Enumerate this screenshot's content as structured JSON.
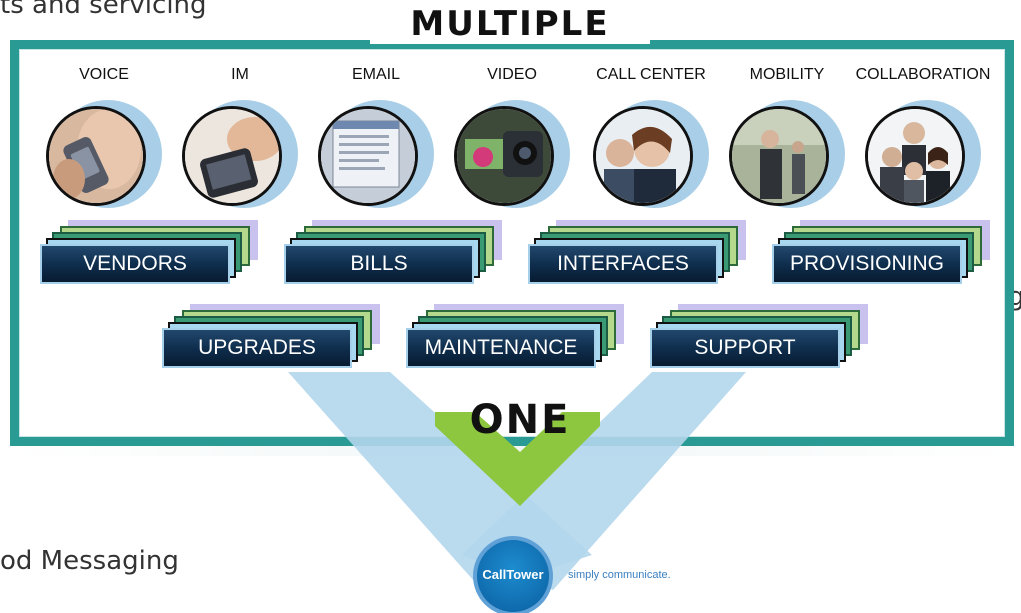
{
  "background_text": {
    "top": "ts and servicing",
    "middle": "g",
    "bottom": "od Messaging"
  },
  "diagram": {
    "title": "MULTIPLE",
    "bottom_label": "ONE",
    "frame_color": "#2a9a95",
    "funnel_color": "#b3d6ec",
    "arrow_color": "#8dc63f",
    "channels": [
      {
        "label": "VOICE",
        "icon": "phone-photo"
      },
      {
        "label": "IM",
        "icon": "handheld-keyboard-photo"
      },
      {
        "label": "EMAIL",
        "icon": "email-screen-photo"
      },
      {
        "label": "VIDEO",
        "icon": "video-camera-photo"
      },
      {
        "label": "CALL CENTER",
        "icon": "headset-agents-photo"
      },
      {
        "label": "MOBILITY",
        "icon": "mobile-walking-photo"
      },
      {
        "label": "COLLABORATION",
        "icon": "business-team-photo"
      }
    ],
    "stacks_row1": [
      "VENDORS",
      "BILLS",
      "INTERFACES",
      "PROVISIONING"
    ],
    "stacks_row2": [
      "UPGRADES",
      "MAINTENANCE",
      "SUPPORT"
    ]
  },
  "logo": {
    "name": "CallTower",
    "tagline": "simply communicate."
  }
}
